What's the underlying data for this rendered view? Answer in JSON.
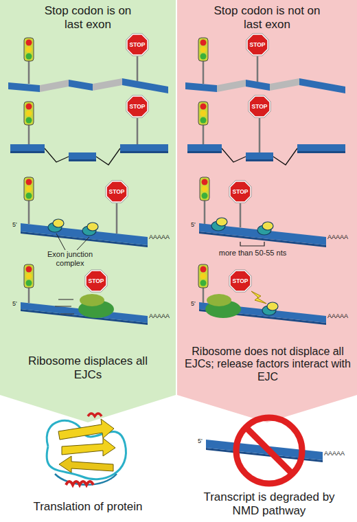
{
  "diagram": {
    "nodes": [
      {
        "text": [
          "Stop codon is on last exon"
        ]
      },
      {
        "text": [
          "STOP"
        ],
        "in": 0
      },
      {
        "text": [
          "STOP"
        ],
        "in": 0
      },
      {
        "text": [
          "STOP"
        ],
        "in": 0
      },
      {
        "text": [
          "STOP"
        ],
        "in": 0
      },
      {
        "text": [
          "Stop codon is not on last exon"
        ]
      },
      {
        "text": [
          "STOP"
        ],
        "in": 5
      },
      {
        "text": [
          "STOP"
        ],
        "in": 5
      },
      {
        "text": [
          "STOP"
        ],
        "in": 5
      },
      {
        "text": [
          "STOP"
        ],
        "in": 5
      }
    ],
    "labels": [
      "Exon junction complex",
      "more than 50-55 nts",
      "Ribosome displaces all EJCs",
      "Ribosome does not displace all EJCs; release factors interact with EJC",
      "Translation of protein",
      "Transcript is degraded by NMD pathway",
      "AAAAA",
      "AAAAA",
      "AAAAA",
      "AAAAA",
      "AAAAA",
      "5'",
      "5'",
      "5'",
      "5'",
      "5'"
    ]
  }
}
